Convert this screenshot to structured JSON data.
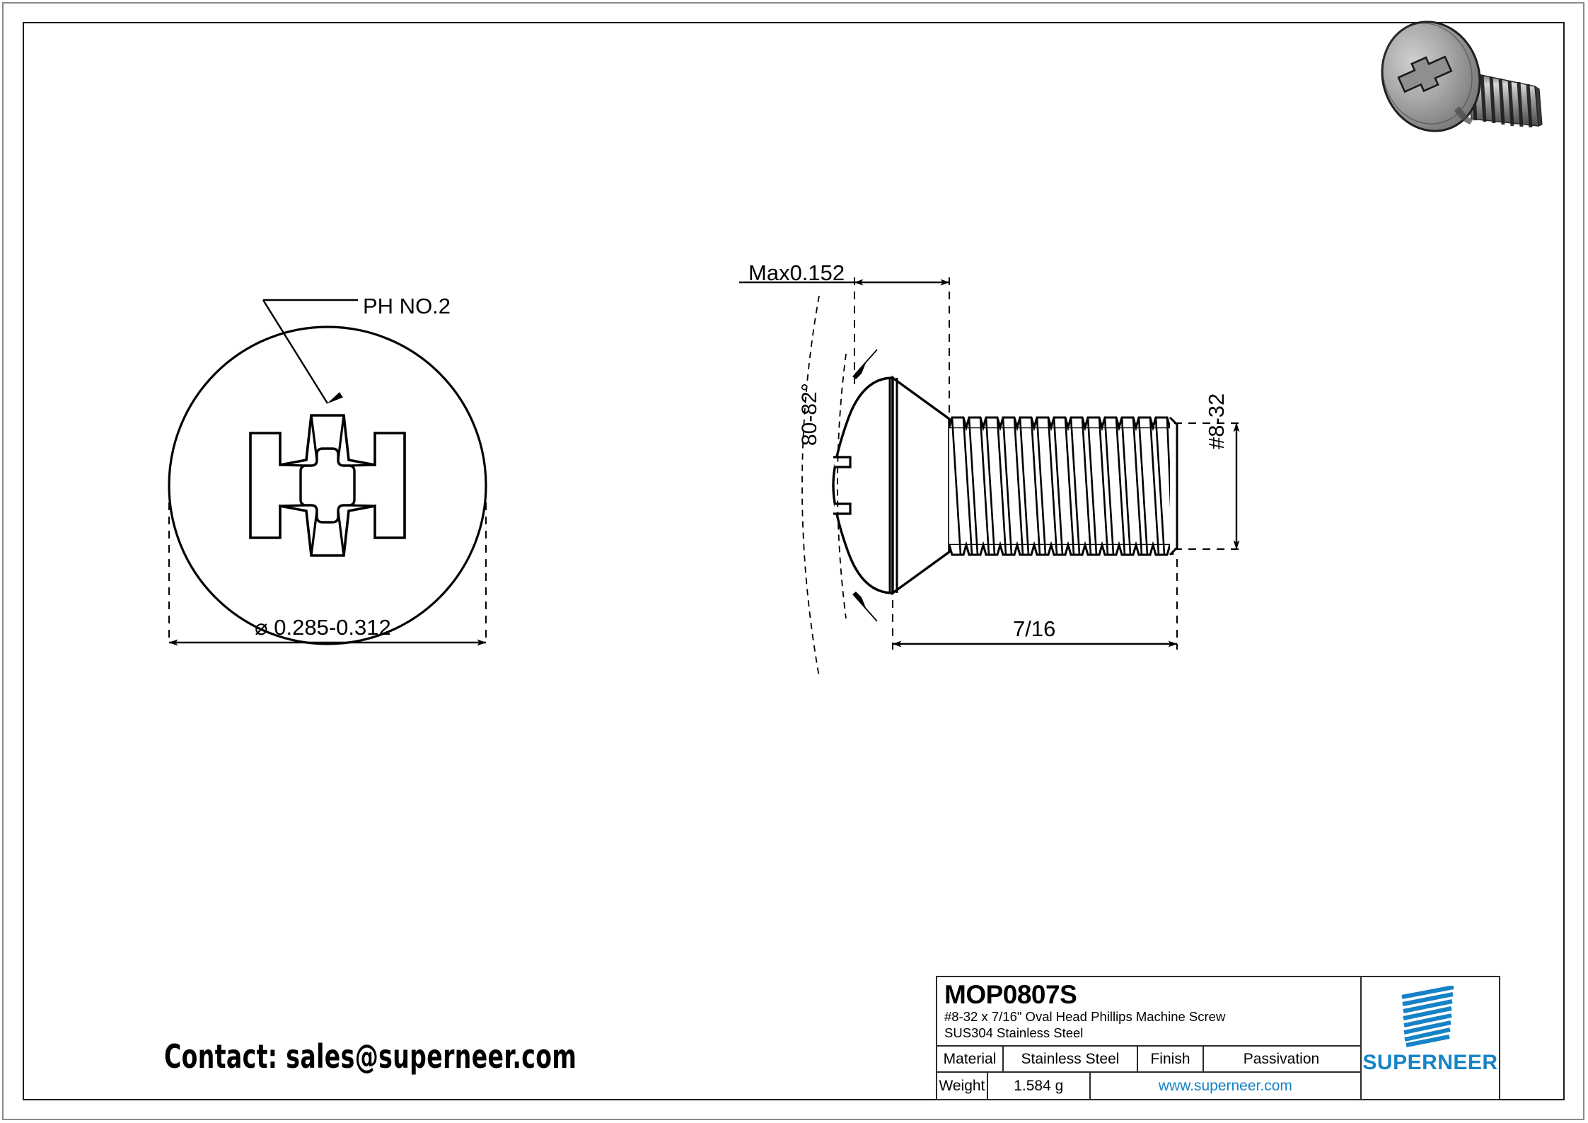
{
  "sheet": {
    "contact": "Contact: sales@superneer.com"
  },
  "drawing": {
    "front_view": {
      "recess_callout": "PH NO.2",
      "diameter_dim": "⌀ 0.285-0.312"
    },
    "side_view": {
      "head_height_dim": "Max0.152",
      "head_angle_dim": "80-82°",
      "length_dim": "7/16",
      "thread_dim": "#8-32"
    }
  },
  "title_block": {
    "part_code": "MOP0807S",
    "description_line1": "#8-32 x 7/16\" Oval Head Phillips Machine Screw",
    "description_line2": "SUS304 Stainless Steel",
    "material_label": "Material",
    "material_value": "Stainless Steel",
    "finish_label": "Finish",
    "finish_value": "Passivation",
    "weight_label": "Weight",
    "weight_value": "1.584 g",
    "website": "www.superneer.com",
    "brand": "SUPERNEER",
    "brand_color": "#1683c6"
  }
}
